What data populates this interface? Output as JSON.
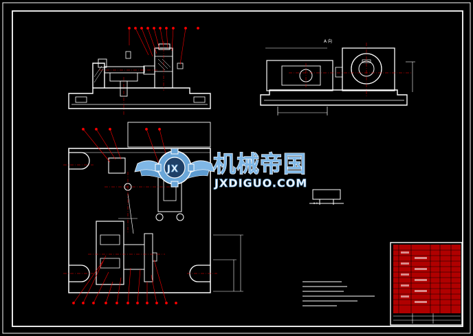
{
  "drawing": {
    "view_label_a": "A 向",
    "detail_label": "B-3"
  },
  "watermark": {
    "logo_letters": "JX",
    "title": "机械帝国",
    "url": "JXDIGUO.COM"
  },
  "colors": {
    "background": "#000000",
    "line": "#ffffff",
    "balloon": "#ff0000",
    "watermark_blue": "#7fb7e6"
  }
}
